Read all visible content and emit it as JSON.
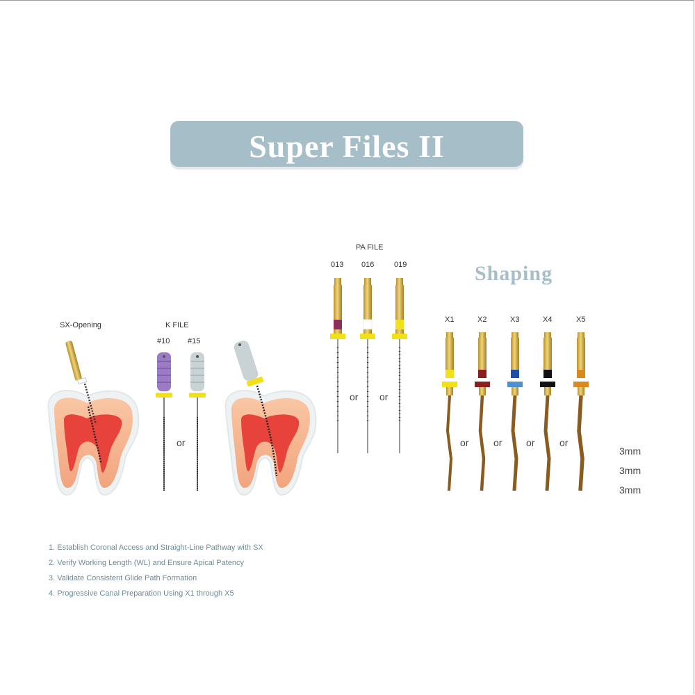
{
  "title": "Super Files II",
  "labels": {
    "sx_opening": "SX-Opening",
    "k_file": "K FILE",
    "k10": "#10",
    "k15": "#15",
    "pa_file": "PA FILE",
    "pa013": "013",
    "pa016": "016",
    "pa019": "019",
    "shaping": "Shaping",
    "x1": "X1",
    "x2": "X2",
    "x3": "X3",
    "x4": "X4",
    "x5": "X5",
    "or": "or",
    "mm1": "3mm",
    "mm2": "3mm",
    "mm3": "3mm"
  },
  "steps": [
    "1. Establish Coronal Access and Straight-Line Pathway with SX",
    "2. Verify Working Length (WL) and Ensure Apical Patency",
    "3. Validate Consistent Glide Path Formation",
    "4. Progressive Canal Preparation Using X1 through X5"
  ],
  "colors": {
    "banner": "#a5bec8",
    "gold": "#d6b24a",
    "stopper": "#f2e01a",
    "k10_handle": "#9b7bc4",
    "k15_handle": "#c9d3d6",
    "pa013_band": "#8e2f5a",
    "pa016_band": "#ffffff",
    "pa019_band": "#f2e01a",
    "x1_band": "#f2e01a",
    "x2_band": "#8b1e1e",
    "x3_band": "#1f4fa8",
    "x4_band": "#111111",
    "x5_band": "#d98a1e"
  }
}
